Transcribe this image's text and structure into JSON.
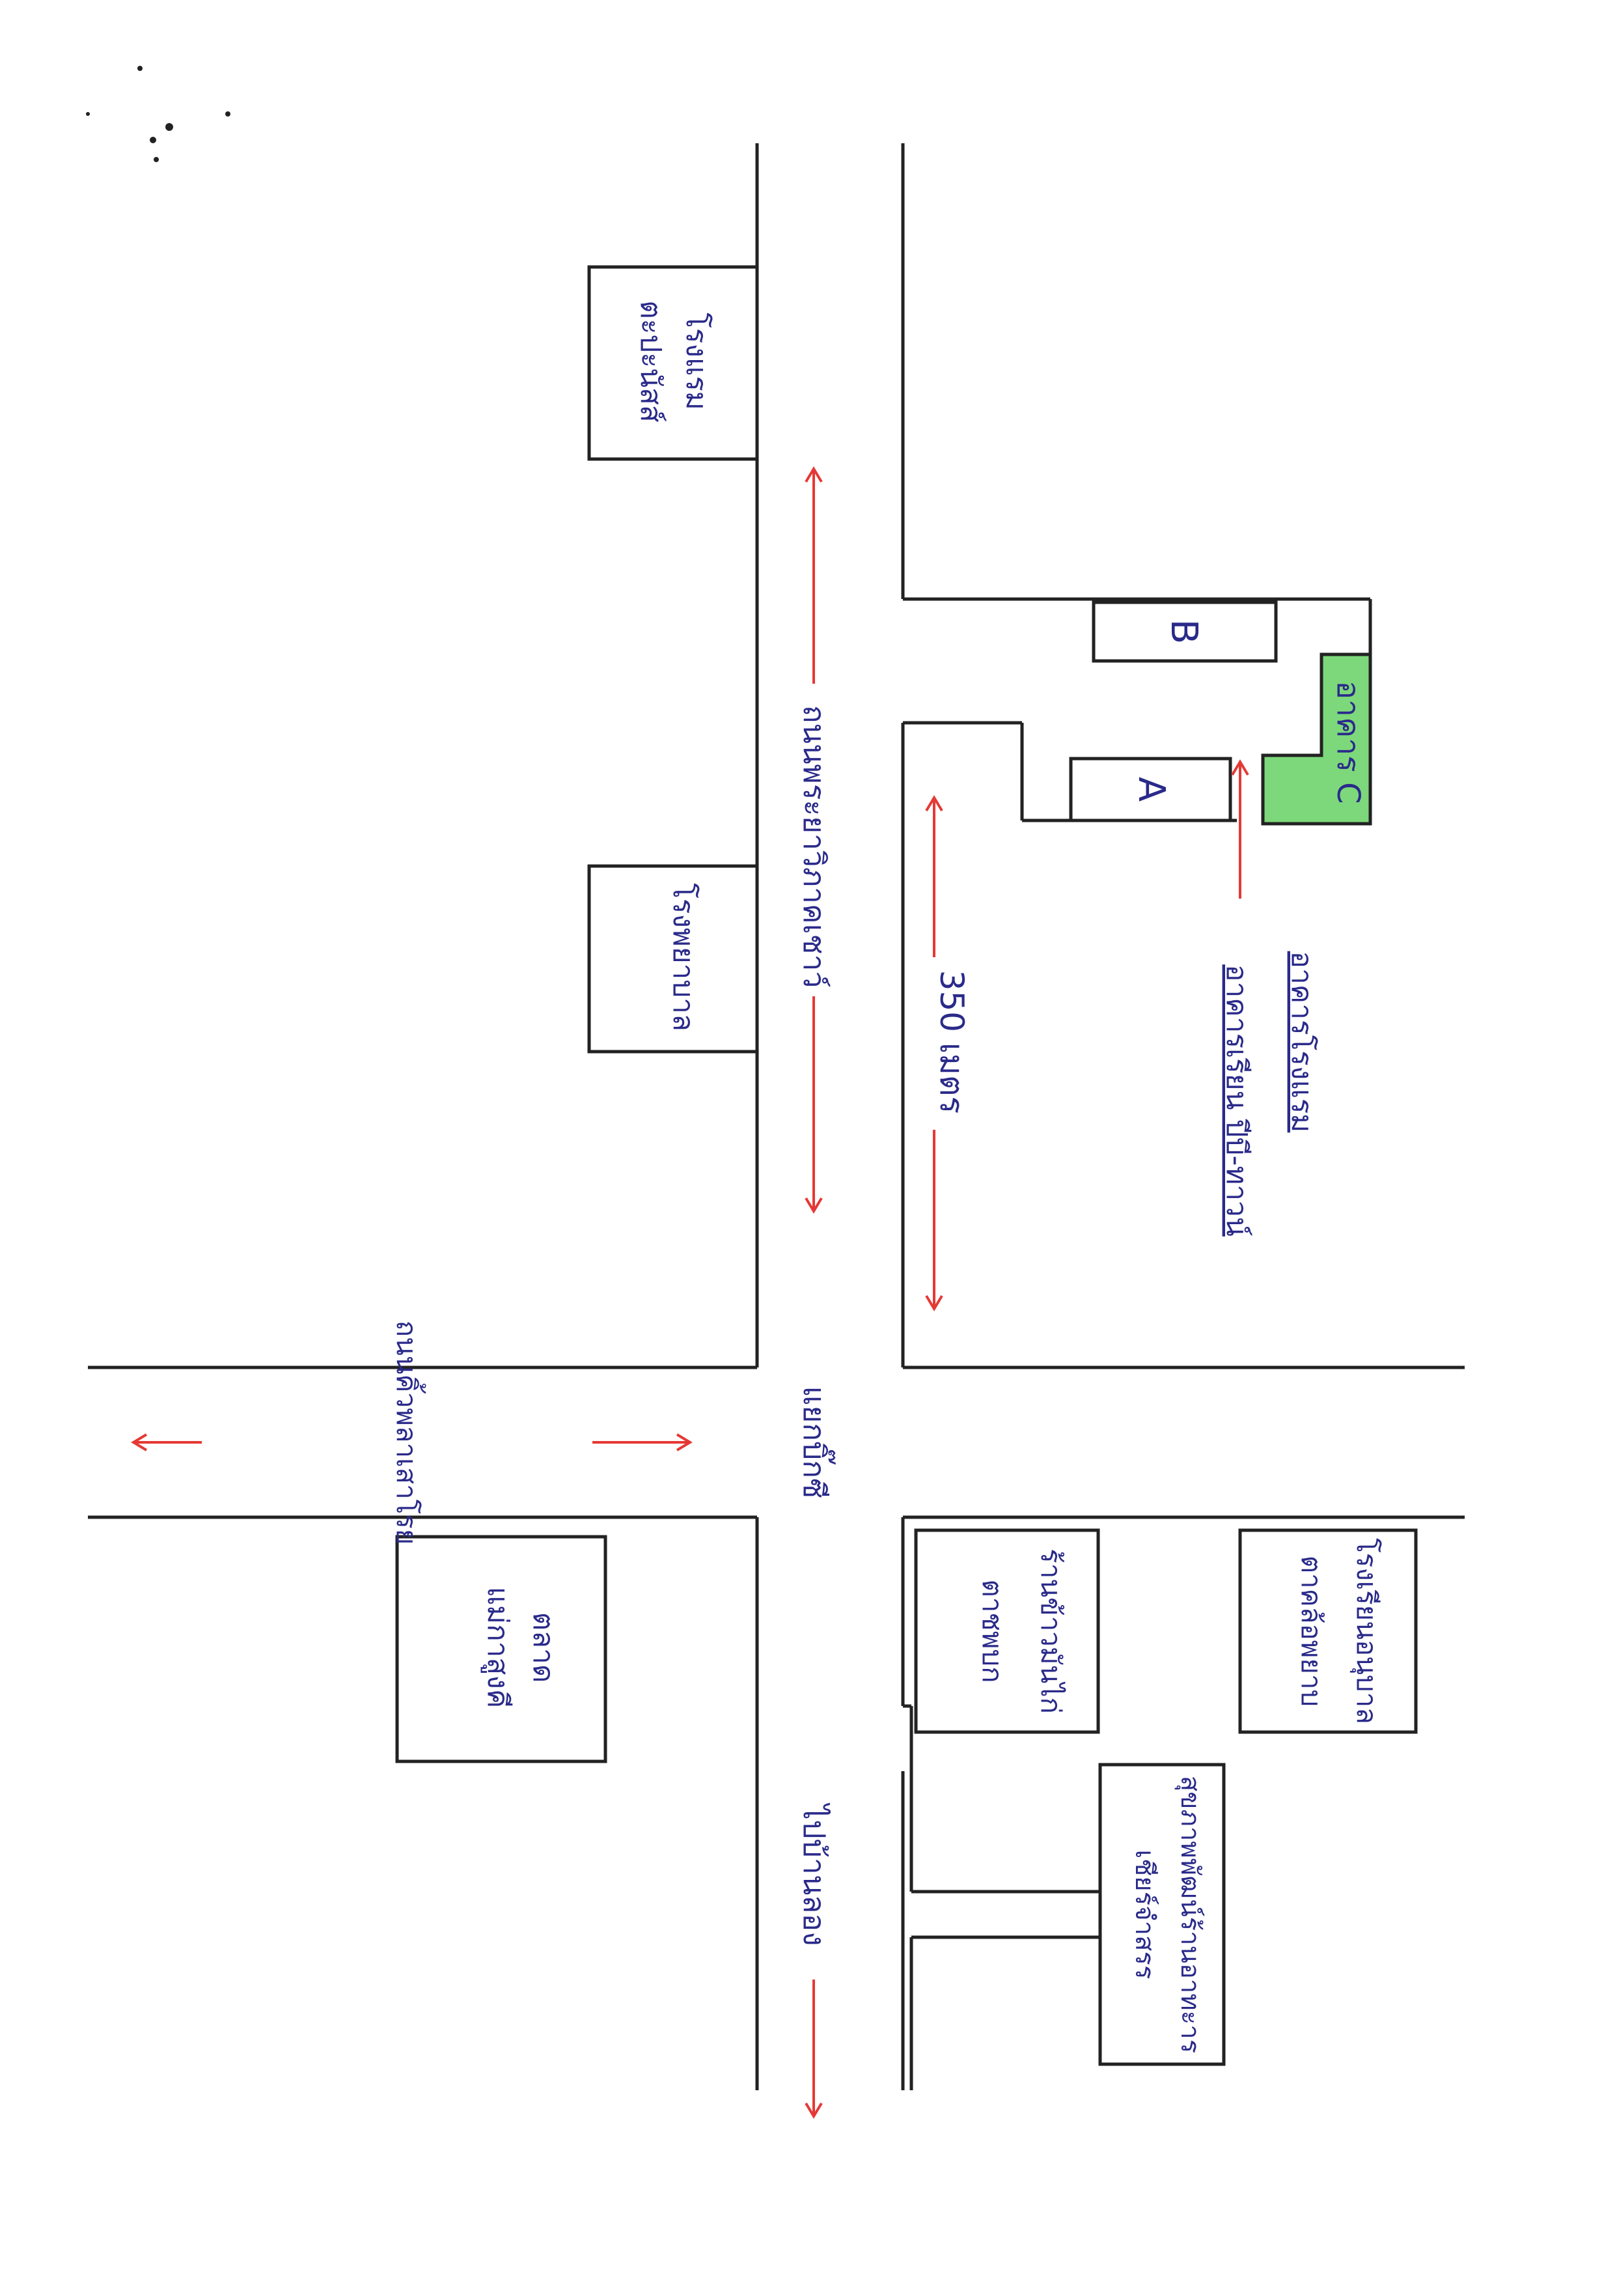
{
  "map": {
    "roads": {
      "main_road": "ถนนพระยาวิภาคเชาว์",
      "cross_road": "ถนนคิ้วพลาเสาโรย",
      "south_road_label": "ไปบ้านลอง",
      "intersection": "แยกบิ๊กซี"
    },
    "distance_label": "350 เมตร",
    "buildings": {
      "a": "A",
      "b": "B",
      "c": "อาคาร C"
    },
    "callout": {
      "line1": "อาคารโรงแรม",
      "line2": "อาคารเรียน ปีบี-ทาวน์"
    },
    "landmarks": {
      "hotel": [
        "โรงแรม",
        "ตะปะนัสส์"
      ],
      "hospital": [
        "โรงพยาบาล"
      ],
      "market": [
        "ตลาด",
        "แม่กาสูงคี"
      ],
      "thai_police": [
        "ร้านข้าวมันไก่",
        "ตาชพบก"
      ],
      "school": [
        "โรงเรียนอนุบาล",
        "ตาคล้อพยาบ"
      ],
      "big_shop": [
        "สุขภาพพัฒน์ร้านอาทะาร",
        "เชียร์จำสรร"
      ]
    },
    "colors": {
      "ink": "#2a2a8a",
      "line": "#222222",
      "arrow": "#e53935",
      "building_c_fill": "#7dd87b"
    }
  }
}
